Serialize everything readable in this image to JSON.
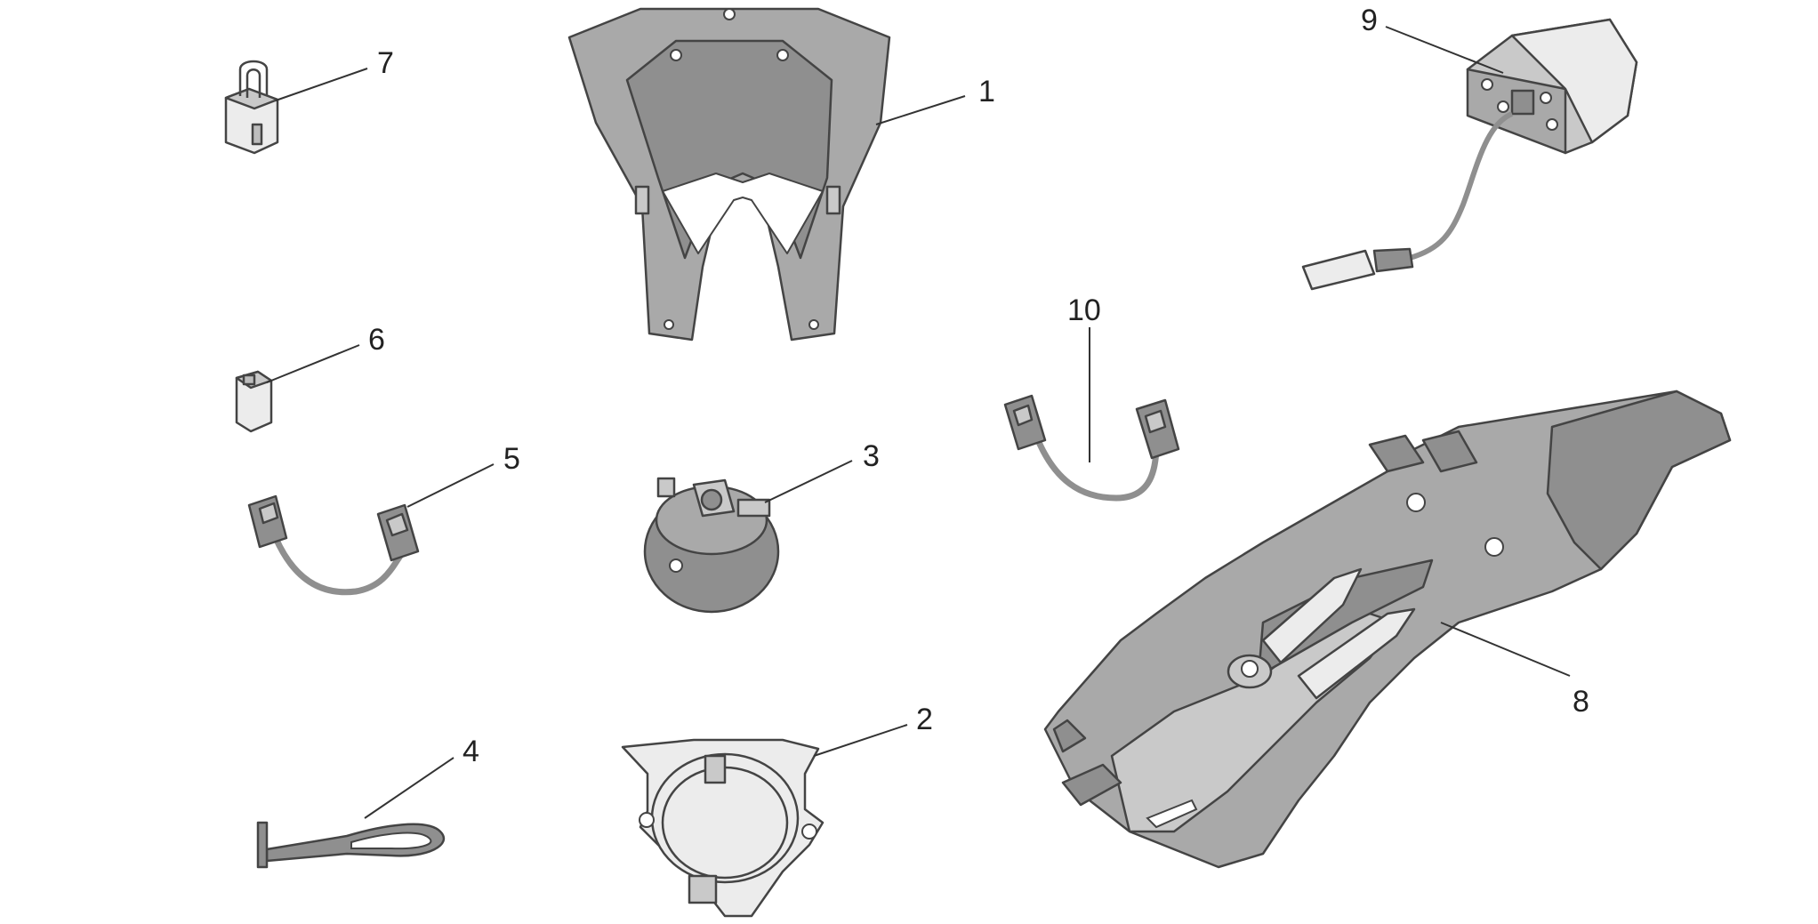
{
  "callouts": [
    {
      "id": "part-1",
      "label": "1",
      "part": "headlight-fairing"
    },
    {
      "id": "part-2",
      "label": "2",
      "part": "headlight-lens-housing"
    },
    {
      "id": "part-3",
      "label": "3",
      "part": "bulb-socket"
    },
    {
      "id": "part-4",
      "label": "4",
      "part": "cable-tie"
    },
    {
      "id": "part-5",
      "label": "5",
      "part": "wiring-harness-short"
    },
    {
      "id": "part-6",
      "label": "6",
      "part": "small-connector"
    },
    {
      "id": "part-7",
      "label": "7",
      "part": "relay-connector"
    },
    {
      "id": "part-8",
      "label": "8",
      "part": "rear-mudguard"
    },
    {
      "id": "part-9",
      "label": "9",
      "part": "tail-light"
    },
    {
      "id": "part-10",
      "label": "10",
      "part": "wiring-harness-rear"
    }
  ],
  "colors": {
    "line": "#444444",
    "fill_dark": "#8f8f8f",
    "fill_mid": "#a9a9a9",
    "fill_light": "#c9c9c9",
    "fill_pale": "#ececec"
  }
}
